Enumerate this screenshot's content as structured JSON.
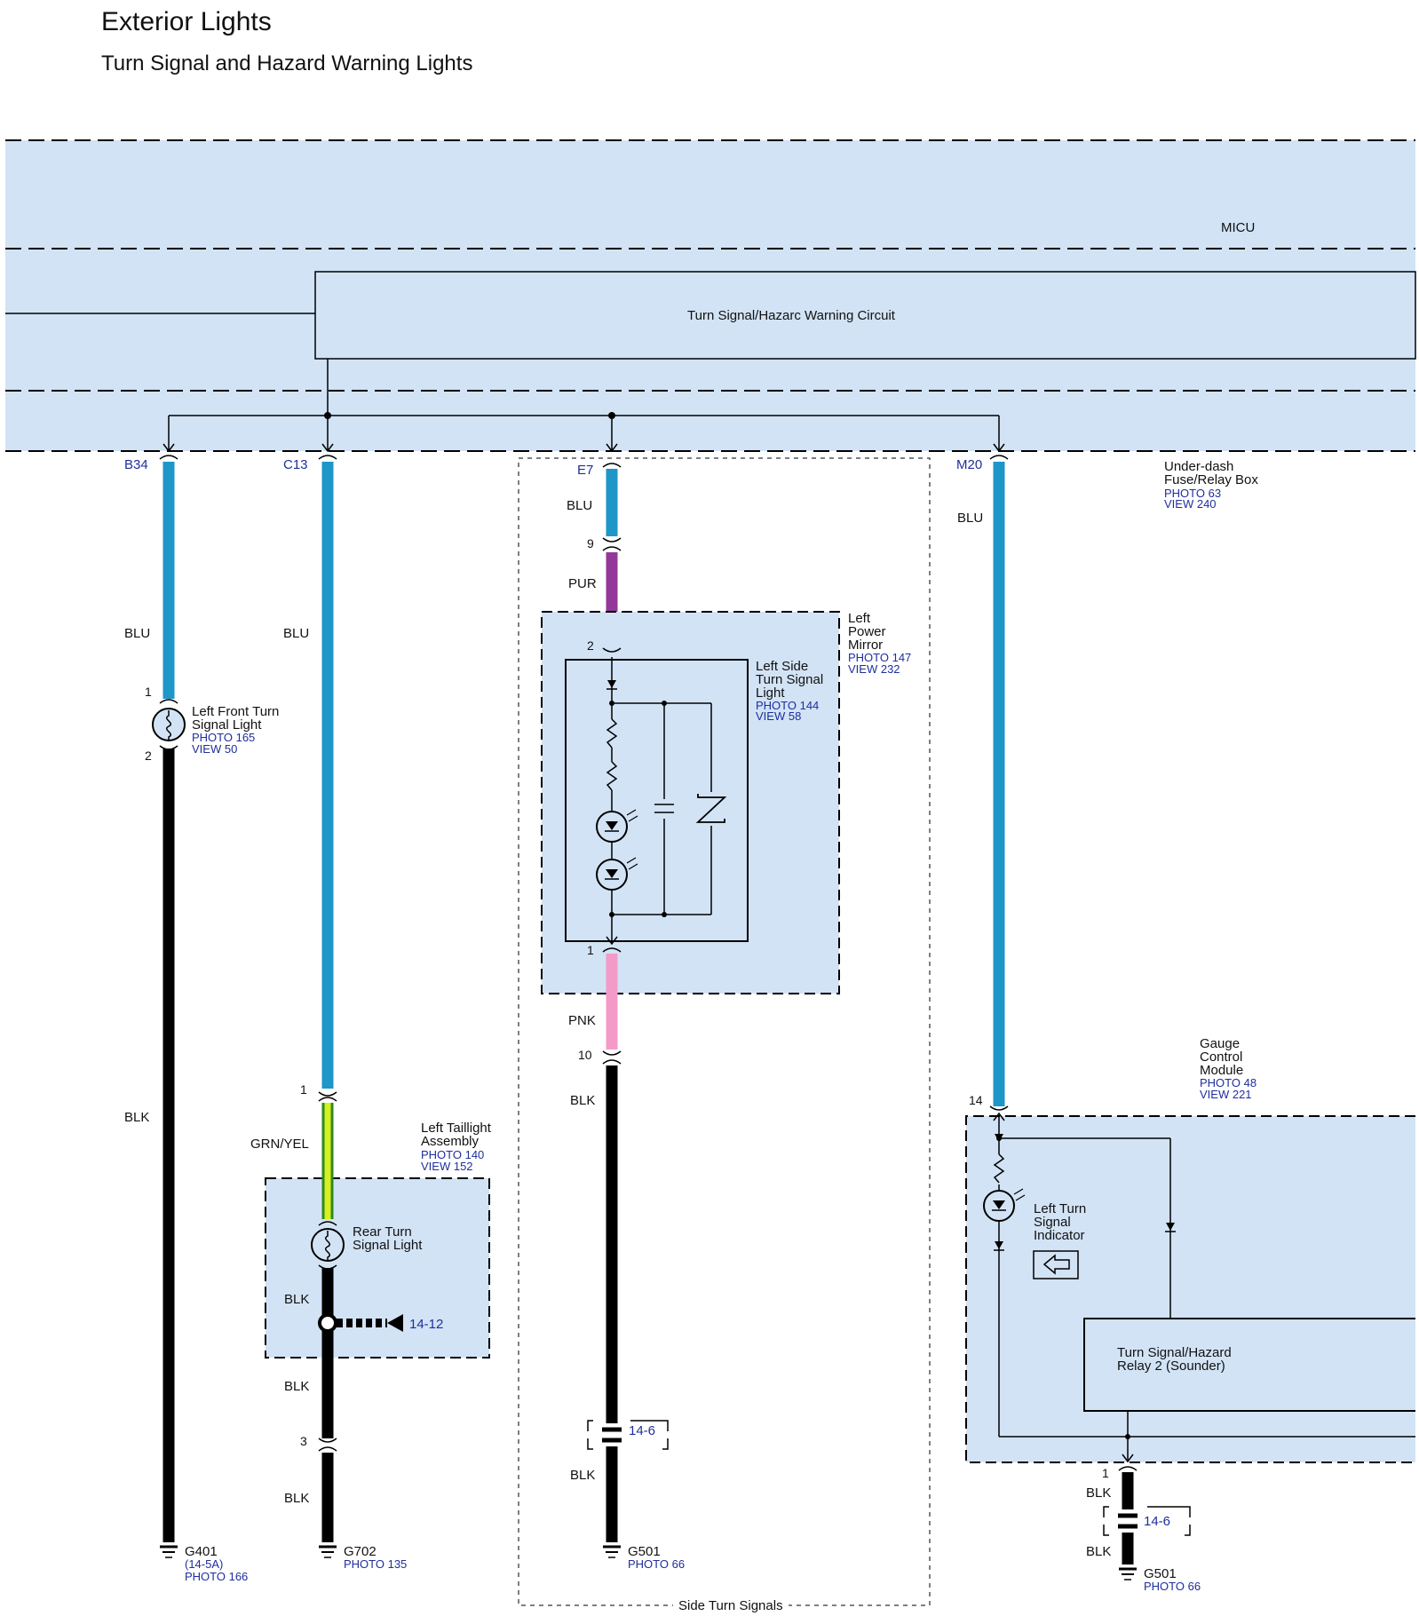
{
  "title": "Exterior Lights",
  "subtitle": "Turn Signal and Hazard Warning Lights",
  "colors": {
    "blu": "#1e96c8",
    "pur": "#93379a",
    "pnk": "#f49ac8",
    "blk": "#000000",
    "grn_yel_outer": "#2e8b1e",
    "grn_yel_inner": "#d8ef23",
    "module_fill": "#d2e3f5",
    "ref_text": "#1f2e9e"
  },
  "micu": {
    "label": "MICU",
    "circuit_label": "Turn Signal/Hazarc Warning Circuit",
    "box_label": "Under-dash",
    "box_label2": "Fuse/Relay Box",
    "photo": "PHOTO 63",
    "view": "VIEW 240"
  },
  "terminals": {
    "b34": "B34",
    "c13": "C13",
    "e7": "E7",
    "m20": "M20"
  },
  "wires": {
    "blu": "BLU",
    "blk": "BLK",
    "pur": "PUR",
    "pnk": "PNK",
    "grn_yel": "GRN/YEL"
  },
  "pins": {
    "p1": "1",
    "p2": "2",
    "p3": "3",
    "p9": "9",
    "p10": "10",
    "p14": "14"
  },
  "front_light": {
    "line1": "Left Front Turn",
    "line2": "Signal Light",
    "photo": "PHOTO 165",
    "view": "VIEW 50"
  },
  "taillight": {
    "line1": "Left Taillight",
    "line2": "Assembly",
    "photo": "PHOTO 140",
    "view": "VIEW 152",
    "rear_line1": "Rear Turn",
    "rear_line2": "Signal Light",
    "splice_ref": "14-12"
  },
  "mirror": {
    "line1": "Left",
    "line2": "Power",
    "line3": "Mirror",
    "photo": "PHOTO 147",
    "view": "VIEW 232",
    "side_line1": "Left Side",
    "side_line2": "Turn Signal",
    "side_line3": "Light",
    "side_photo": "PHOTO 144",
    "side_view": "VIEW 58"
  },
  "side_group_label": "Side Turn Signals",
  "gauge": {
    "line1": "Gauge",
    "line2": "Control",
    "line3": "Module",
    "photo": "PHOTO 48",
    "view": "VIEW 221",
    "indicator1": "Left Turn",
    "indicator2": "Signal",
    "indicator3": "Indicator",
    "relay1": "Turn Signal/Hazard",
    "relay2": "Relay 2 (Sounder)"
  },
  "grounds": {
    "g401": "G401",
    "g401_ref": "(14-5A)",
    "g401_photo": "PHOTO 166",
    "g702": "G702",
    "g702_photo": "PHOTO 135",
    "g501": "G501",
    "g501_photo": "PHOTO 66"
  },
  "splice_14_6": "14-6"
}
